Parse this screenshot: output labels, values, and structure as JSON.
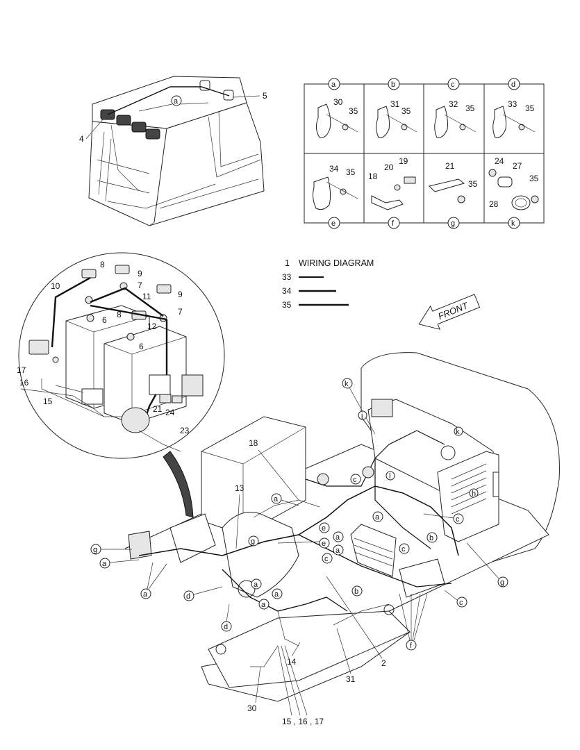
{
  "legend": {
    "wiring_diagram_number": "1",
    "wiring_diagram_label": "WIRING DIAGRAM",
    "ties": [
      {
        "number": "33"
      },
      {
        "number": "34"
      },
      {
        "number": "35"
      }
    ]
  },
  "front_label": "FRONT",
  "detail_table": {
    "cells": [
      {
        "letter": "a",
        "parts": [
          "30",
          "35"
        ]
      },
      {
        "letter": "b",
        "parts": [
          "31",
          "35"
        ]
      },
      {
        "letter": "c",
        "parts": [
          "32",
          "35"
        ]
      },
      {
        "letter": "d",
        "parts": [
          "33",
          "35"
        ]
      },
      {
        "letter": "e",
        "parts": [
          "34",
          "35"
        ]
      },
      {
        "letter": "f",
        "parts": [
          "18",
          "20",
          "19"
        ]
      },
      {
        "letter": "g",
        "parts": [
          "21",
          "35"
        ]
      },
      {
        "letter": "k",
        "parts": [
          "24",
          "27",
          "35",
          "28"
        ]
      }
    ]
  },
  "cab_view": {
    "callouts": [
      "4",
      "5"
    ],
    "clip_letter": "a"
  },
  "battery_detail": {
    "callouts": [
      "8",
      "9",
      "10",
      "7",
      "11",
      "9",
      "7",
      "8",
      "6",
      "12",
      "6",
      "17",
      "16",
      "15",
      "21",
      "24",
      "23"
    ]
  },
  "main_view": {
    "part_callouts": [
      "13",
      "18",
      "2",
      "14",
      "31",
      "30",
      "15 , 16 , 17"
    ],
    "clip_letters": [
      "k",
      "j",
      "k",
      "l",
      "a",
      "a",
      "c",
      "c",
      "h",
      "a",
      "e",
      "e",
      "a",
      "b",
      "c",
      "g",
      "g",
      "a",
      "g",
      "a",
      "a",
      "c",
      "b",
      "c",
      "a",
      "a",
      "d",
      "d",
      "f"
    ]
  }
}
